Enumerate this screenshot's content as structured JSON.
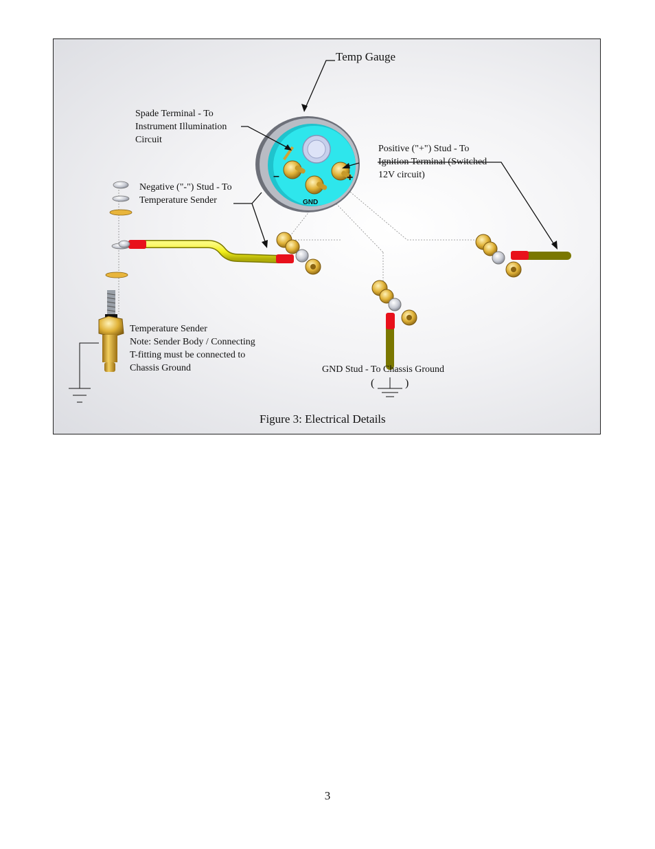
{
  "figure": {
    "caption": "Figure 3: Electrical Details",
    "title": "Temp Gauge",
    "labels": {
      "spade_terminal": "Spade Terminal - To\nInstrument Illumination\nCircuit",
      "positive_stud": "Positive (\"+\") Stud - To\nIgnition Terminal (Switched\n12V circuit)",
      "negative_stud": "Negative (\"-\") Stud - To\nTemperature Sender",
      "temperature_sender": "Temperature Sender\nNote: Sender Body / Connecting\nT-fitting must be connected to\nChassis Ground",
      "gnd_stud": "GND Stud - To Chassis Ground",
      "gnd_paren_open": "(",
      "gnd_paren_close": ")"
    },
    "gauge_markings": {
      "minus": "–",
      "plus": "+",
      "gnd": "GND"
    },
    "colors": {
      "gauge_face": "#2ee6ec",
      "wire": "#f2ef1a",
      "connector": "#e8111b",
      "brass": "#e0b238"
    }
  },
  "page": {
    "number": "3"
  }
}
